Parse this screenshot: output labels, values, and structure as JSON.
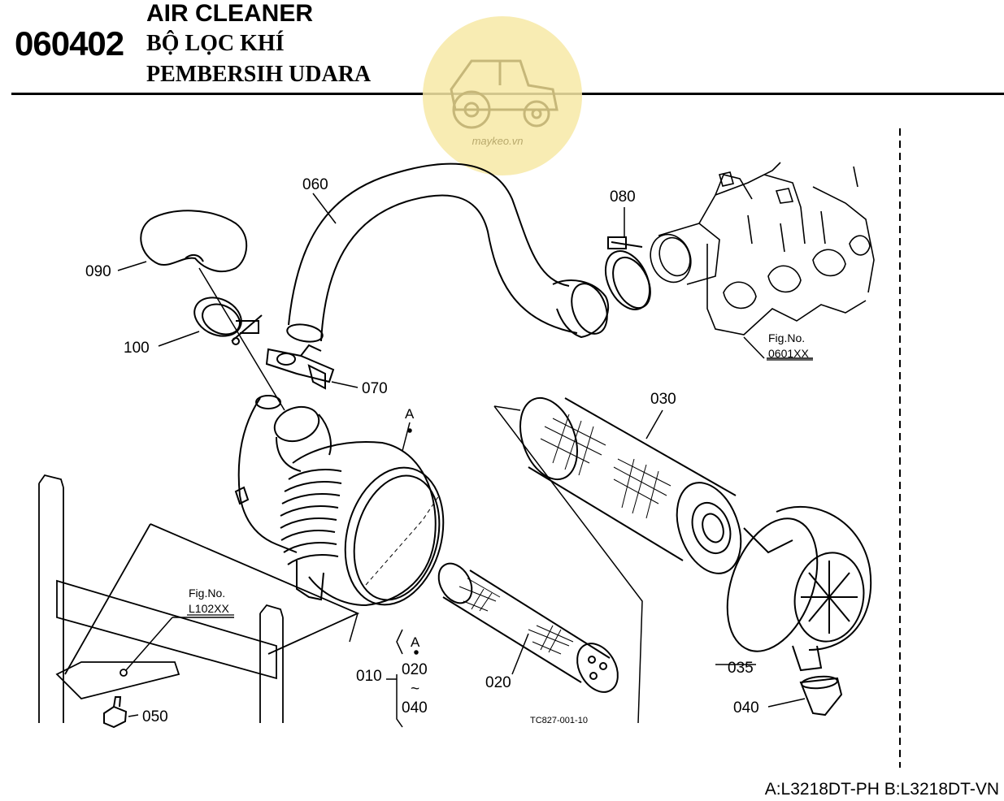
{
  "header": {
    "code": "060402",
    "title_en": "AIR CLEANER",
    "title_vi": "BỘ LỌC KHÍ",
    "title_id": "PEMBERSIH UDARA"
  },
  "watermark": {
    "text": "maykeo.vn",
    "color": "#f7e9a6"
  },
  "labels": {
    "p060": "060",
    "p080": "080",
    "p090": "090",
    "p100": "100",
    "p070": "070",
    "p030": "030",
    "pA": "A",
    "p035": "035",
    "p040": "040",
    "p020": "020",
    "p010": "010",
    "p050": "050",
    "set_a": "A",
    "set_020": "020",
    "set_tilde": "~",
    "set_040": "040",
    "fig1_title": "Fig.No.",
    "fig1_code": "0601XX",
    "fig2_title": "Fig.No.",
    "fig2_code": "L102XX",
    "drawing_no": "TC827-001-10"
  },
  "footer": {
    "models": "A:L3218DT-PH B:L3218DT-VN"
  }
}
